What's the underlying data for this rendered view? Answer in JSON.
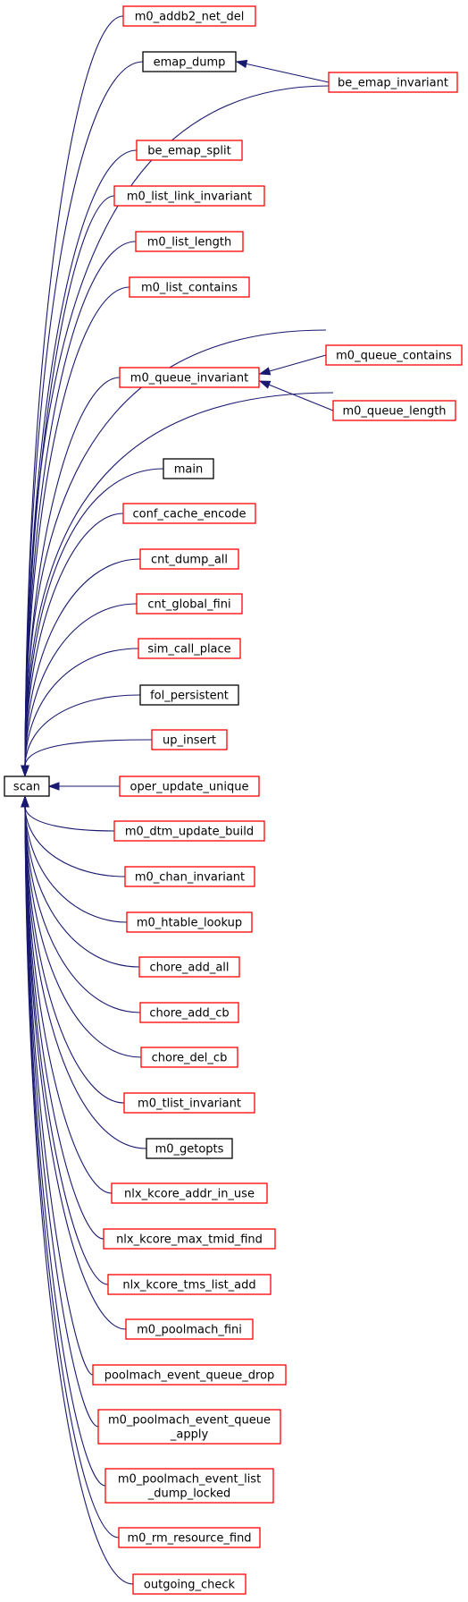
{
  "colors": {
    "edge": "#191970",
    "link_border": "#ff0000",
    "plain_border": "#000000",
    "focus_fill": "#bfbfbf"
  },
  "nodes": [
    {
      "id": "scan",
      "label": [
        "scan"
      ],
      "style": "focus"
    },
    {
      "id": "m0_addb2_net_del",
      "label": [
        "m0_addb2_net_del"
      ],
      "style": "link"
    },
    {
      "id": "emap_dump",
      "label": [
        "emap_dump"
      ],
      "style": "plain"
    },
    {
      "id": "be_emap_invariant",
      "label": [
        "be_emap_invariant"
      ],
      "style": "link"
    },
    {
      "id": "be_emap_split",
      "label": [
        "be_emap_split"
      ],
      "style": "link"
    },
    {
      "id": "m0_list_link_invariant",
      "label": [
        "m0_list_link_invariant"
      ],
      "style": "link"
    },
    {
      "id": "m0_list_length",
      "label": [
        "m0_list_length"
      ],
      "style": "link"
    },
    {
      "id": "m0_list_contains",
      "label": [
        "m0_list_contains"
      ],
      "style": "link"
    },
    {
      "id": "m0_queue_invariant",
      "label": [
        "m0_queue_invariant"
      ],
      "style": "link"
    },
    {
      "id": "m0_queue_contains",
      "label": [
        "m0_queue_contains"
      ],
      "style": "link"
    },
    {
      "id": "m0_queue_length",
      "label": [
        "m0_queue_length"
      ],
      "style": "link"
    },
    {
      "id": "main",
      "label": [
        "main"
      ],
      "style": "plain"
    },
    {
      "id": "conf_cache_encode",
      "label": [
        "conf_cache_encode"
      ],
      "style": "link"
    },
    {
      "id": "cnt_dump_all",
      "label": [
        "cnt_dump_all"
      ],
      "style": "link"
    },
    {
      "id": "cnt_global_fini",
      "label": [
        "cnt_global_fini"
      ],
      "style": "link"
    },
    {
      "id": "sim_call_place",
      "label": [
        "sim_call_place"
      ],
      "style": "link"
    },
    {
      "id": "fol_persistent",
      "label": [
        "fol_persistent"
      ],
      "style": "plain"
    },
    {
      "id": "up_insert",
      "label": [
        "up_insert"
      ],
      "style": "link"
    },
    {
      "id": "oper_update_unique",
      "label": [
        "oper_update_unique"
      ],
      "style": "link"
    },
    {
      "id": "m0_dtm_update_build",
      "label": [
        "m0_dtm_update_build"
      ],
      "style": "link"
    },
    {
      "id": "m0_chan_invariant",
      "label": [
        "m0_chan_invariant"
      ],
      "style": "link"
    },
    {
      "id": "m0_htable_lookup",
      "label": [
        "m0_htable_lookup"
      ],
      "style": "link"
    },
    {
      "id": "chore_add_all",
      "label": [
        "chore_add_all"
      ],
      "style": "link"
    },
    {
      "id": "chore_add_cb",
      "label": [
        "chore_add_cb"
      ],
      "style": "link"
    },
    {
      "id": "chore_del_cb",
      "label": [
        "chore_del_cb"
      ],
      "style": "link"
    },
    {
      "id": "m0_tlist_invariant",
      "label": [
        "m0_tlist_invariant"
      ],
      "style": "link"
    },
    {
      "id": "m0_getopts",
      "label": [
        "m0_getopts"
      ],
      "style": "plain"
    },
    {
      "id": "nlx_kcore_addr_in_use",
      "label": [
        "nlx_kcore_addr_in_use"
      ],
      "style": "link"
    },
    {
      "id": "nlx_kcore_max_tmid_find",
      "label": [
        "nlx_kcore_max_tmid_find"
      ],
      "style": "link"
    },
    {
      "id": "nlx_kcore_tms_list_add",
      "label": [
        "nlx_kcore_tms_list_add"
      ],
      "style": "link"
    },
    {
      "id": "m0_poolmach_fini",
      "label": [
        "m0_poolmach_fini"
      ],
      "style": "link"
    },
    {
      "id": "poolmach_event_queue_drop",
      "label": [
        "poolmach_event_queue_drop"
      ],
      "style": "link"
    },
    {
      "id": "m0_poolmach_event_queue_apply",
      "label": [
        "m0_poolmach_event_queue",
        "_apply"
      ],
      "style": "link"
    },
    {
      "id": "m0_poolmach_event_list_dump_locked",
      "label": [
        "m0_poolmach_event_list",
        "_dump_locked"
      ],
      "style": "link"
    },
    {
      "id": "m0_rm_resource_find",
      "label": [
        "m0_rm_resource_find"
      ],
      "style": "link"
    },
    {
      "id": "outgoing_check",
      "label": [
        "outgoing_check"
      ],
      "style": "link"
    }
  ],
  "edges": [
    {
      "from": "m0_addb2_net_del",
      "to": "scan"
    },
    {
      "from": "emap_dump",
      "to": "scan"
    },
    {
      "from": "be_emap_invariant",
      "to": "emap_dump"
    },
    {
      "from": "be_emap_invariant",
      "to": "scan"
    },
    {
      "from": "be_emap_split",
      "to": "scan"
    },
    {
      "from": "m0_list_link_invariant",
      "to": "scan"
    },
    {
      "from": "m0_list_length",
      "to": "scan"
    },
    {
      "from": "m0_list_contains",
      "to": "scan"
    },
    {
      "from": "m0_queue_contains",
      "to": "scan"
    },
    {
      "from": "m0_queue_invariant",
      "to": "scan"
    },
    {
      "from": "m0_queue_contains",
      "to": "m0_queue_invariant"
    },
    {
      "from": "m0_queue_length",
      "to": "m0_queue_invariant"
    },
    {
      "from": "m0_queue_length",
      "to": "scan"
    },
    {
      "from": "main",
      "to": "scan"
    },
    {
      "from": "conf_cache_encode",
      "to": "scan"
    },
    {
      "from": "cnt_dump_all",
      "to": "scan"
    },
    {
      "from": "cnt_global_fini",
      "to": "scan"
    },
    {
      "from": "sim_call_place",
      "to": "scan"
    },
    {
      "from": "fol_persistent",
      "to": "scan"
    },
    {
      "from": "up_insert",
      "to": "scan"
    },
    {
      "from": "oper_update_unique",
      "to": "scan"
    },
    {
      "from": "m0_dtm_update_build",
      "to": "scan"
    },
    {
      "from": "m0_chan_invariant",
      "to": "scan"
    },
    {
      "from": "m0_htable_lookup",
      "to": "scan"
    },
    {
      "from": "chore_add_all",
      "to": "scan"
    },
    {
      "from": "chore_add_cb",
      "to": "scan"
    },
    {
      "from": "chore_del_cb",
      "to": "scan"
    },
    {
      "from": "m0_tlist_invariant",
      "to": "scan"
    },
    {
      "from": "m0_getopts",
      "to": "scan"
    },
    {
      "from": "nlx_kcore_addr_in_use",
      "to": "scan"
    },
    {
      "from": "nlx_kcore_max_tmid_find",
      "to": "scan"
    },
    {
      "from": "nlx_kcore_tms_list_add",
      "to": "scan"
    },
    {
      "from": "m0_poolmach_fini",
      "to": "scan"
    },
    {
      "from": "poolmach_event_queue_drop",
      "to": "scan"
    },
    {
      "from": "m0_poolmach_event_queue_apply",
      "to": "scan"
    },
    {
      "from": "m0_poolmach_event_list_dump_locked",
      "to": "scan"
    },
    {
      "from": "m0_rm_resource_find",
      "to": "scan"
    },
    {
      "from": "outgoing_check",
      "to": "scan"
    }
  ]
}
